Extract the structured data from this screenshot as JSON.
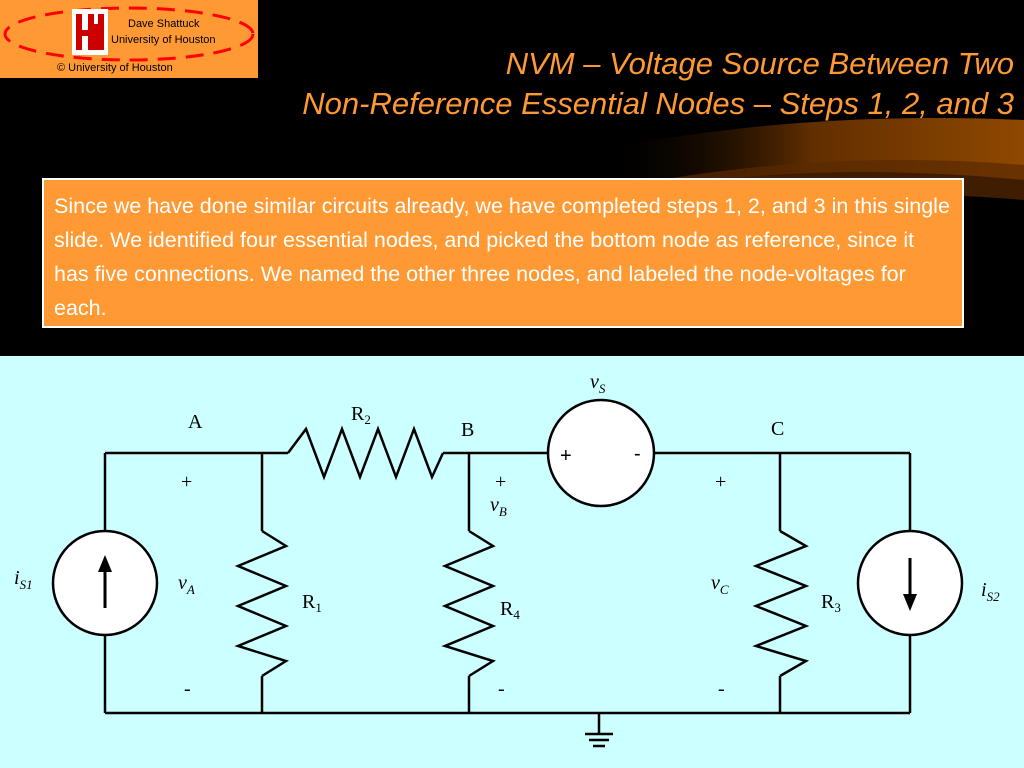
{
  "logo": {
    "author": "Dave Shattuck",
    "institution": "University of Houston",
    "copyright": "© University of Houston",
    "colors": {
      "box": "#FF9933",
      "ring": "#FF0000",
      "mark": "#CC0000"
    }
  },
  "title": {
    "line1": "NVM – Voltage Source Between Two",
    "line2": "Non-Reference Essential Nodes – Steps 1, 2, and 3"
  },
  "textbox": {
    "text": "Since we have done similar circuits already, we have completed steps 1, 2, and 3 in this single slide.  We identified four essential nodes, and picked the bottom node as reference, since it has five connections.  We named the other three nodes, and labeled the node-voltages for each."
  },
  "circuit": {
    "nodes": {
      "a": "A",
      "b": "B",
      "c": "C"
    },
    "resistors": {
      "r1": "R",
      "r1_sub": "1",
      "r2": "R",
      "r2_sub": "2",
      "r3": "R",
      "r3_sub": "3",
      "r4": "R",
      "r4_sub": "4"
    },
    "voltage_source": {
      "name": "v",
      "sub": "S",
      "plus": "+",
      "minus": "-"
    },
    "current_sources": {
      "is1": "i",
      "is1_sub": "S1",
      "is2": "i",
      "is2_sub": "S2"
    },
    "node_voltages": {
      "va": "v",
      "va_sub": "A",
      "vb": "v",
      "vb_sub": "B",
      "vc": "v",
      "vc_sub": "C"
    },
    "polarity": {
      "plus": "+",
      "minus": "-"
    }
  },
  "colors": {
    "accent": "#FF9933",
    "circuit_bg": "#CCFFFF",
    "header_bg": "#000000"
  }
}
